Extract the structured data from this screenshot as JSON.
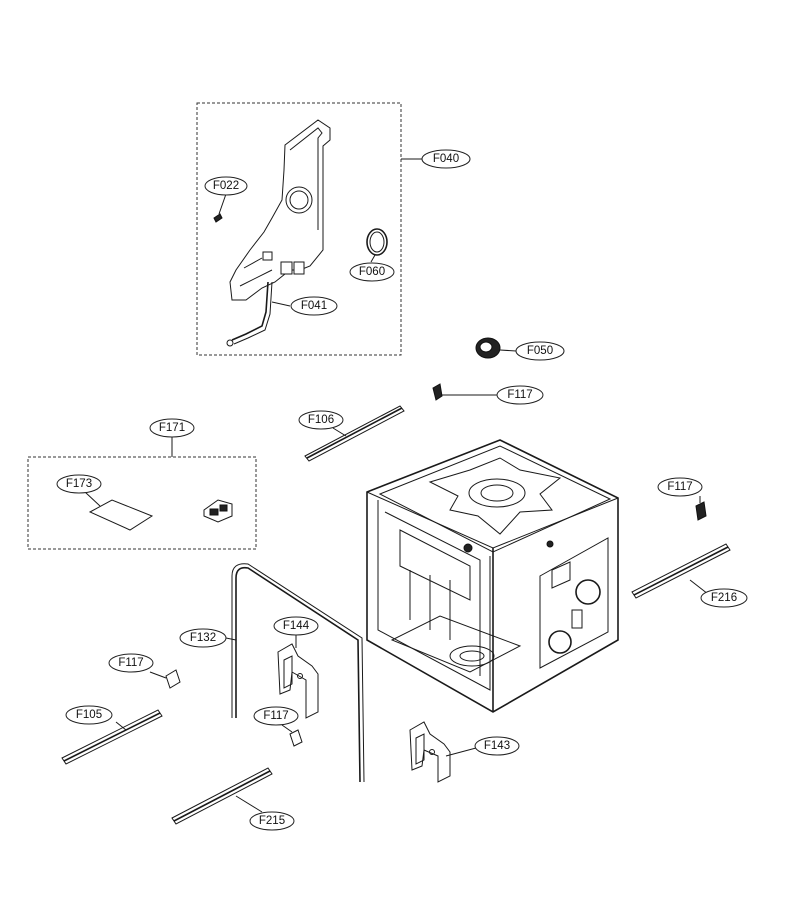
{
  "callouts": {
    "F040": "F040",
    "F022": "F022",
    "F060": "F060",
    "F041": "F041",
    "F050": "F050",
    "F117_top": "F117",
    "F106": "F106",
    "F171": "F171",
    "F173": "F173",
    "F117_right": "F117",
    "F216": "F216",
    "F132": "F132",
    "F144": "F144",
    "F117_left": "F117",
    "F117_mid": "F117",
    "F105": "F105",
    "F143": "F143",
    "F215": "F215"
  }
}
